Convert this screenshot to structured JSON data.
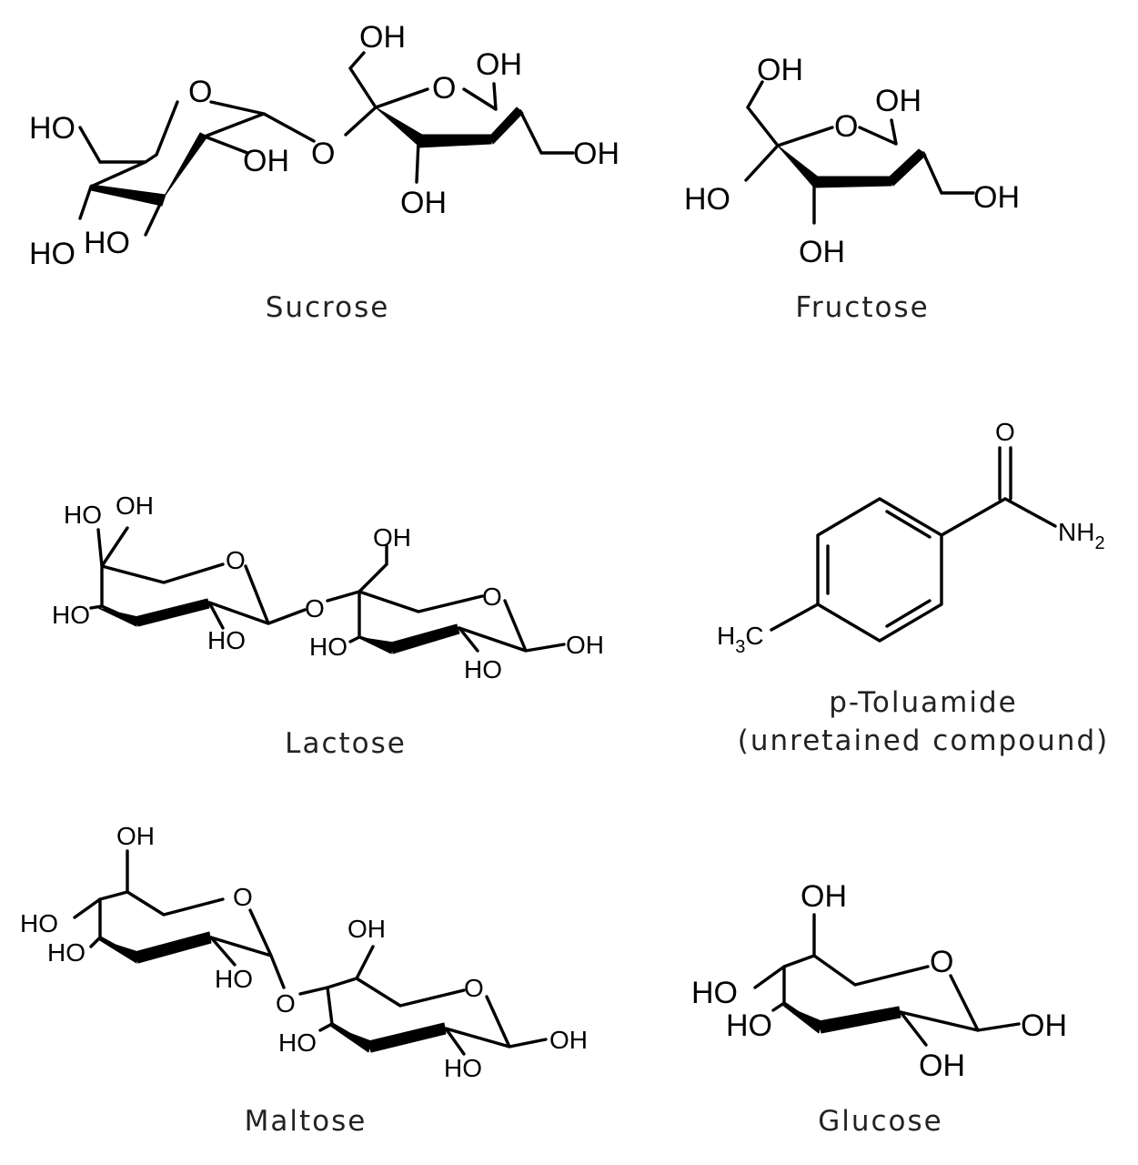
{
  "compounds": [
    {
      "id": "sucrose",
      "name": "Sucrose"
    },
    {
      "id": "fructose",
      "name": "Fructose"
    },
    {
      "id": "lactose",
      "name": "Lactose"
    },
    {
      "id": "p-toluamide",
      "name": "p-Toluamide",
      "note": "(unretained compound)"
    },
    {
      "id": "maltose",
      "name": "Maltose"
    },
    {
      "id": "glucose",
      "name": "Glucose"
    }
  ],
  "atoms": {
    "oh": "OH",
    "ho": "HO",
    "o": "O",
    "h": "H",
    "three": "3",
    "c": "C",
    "nh": "NH",
    "two": "2"
  }
}
